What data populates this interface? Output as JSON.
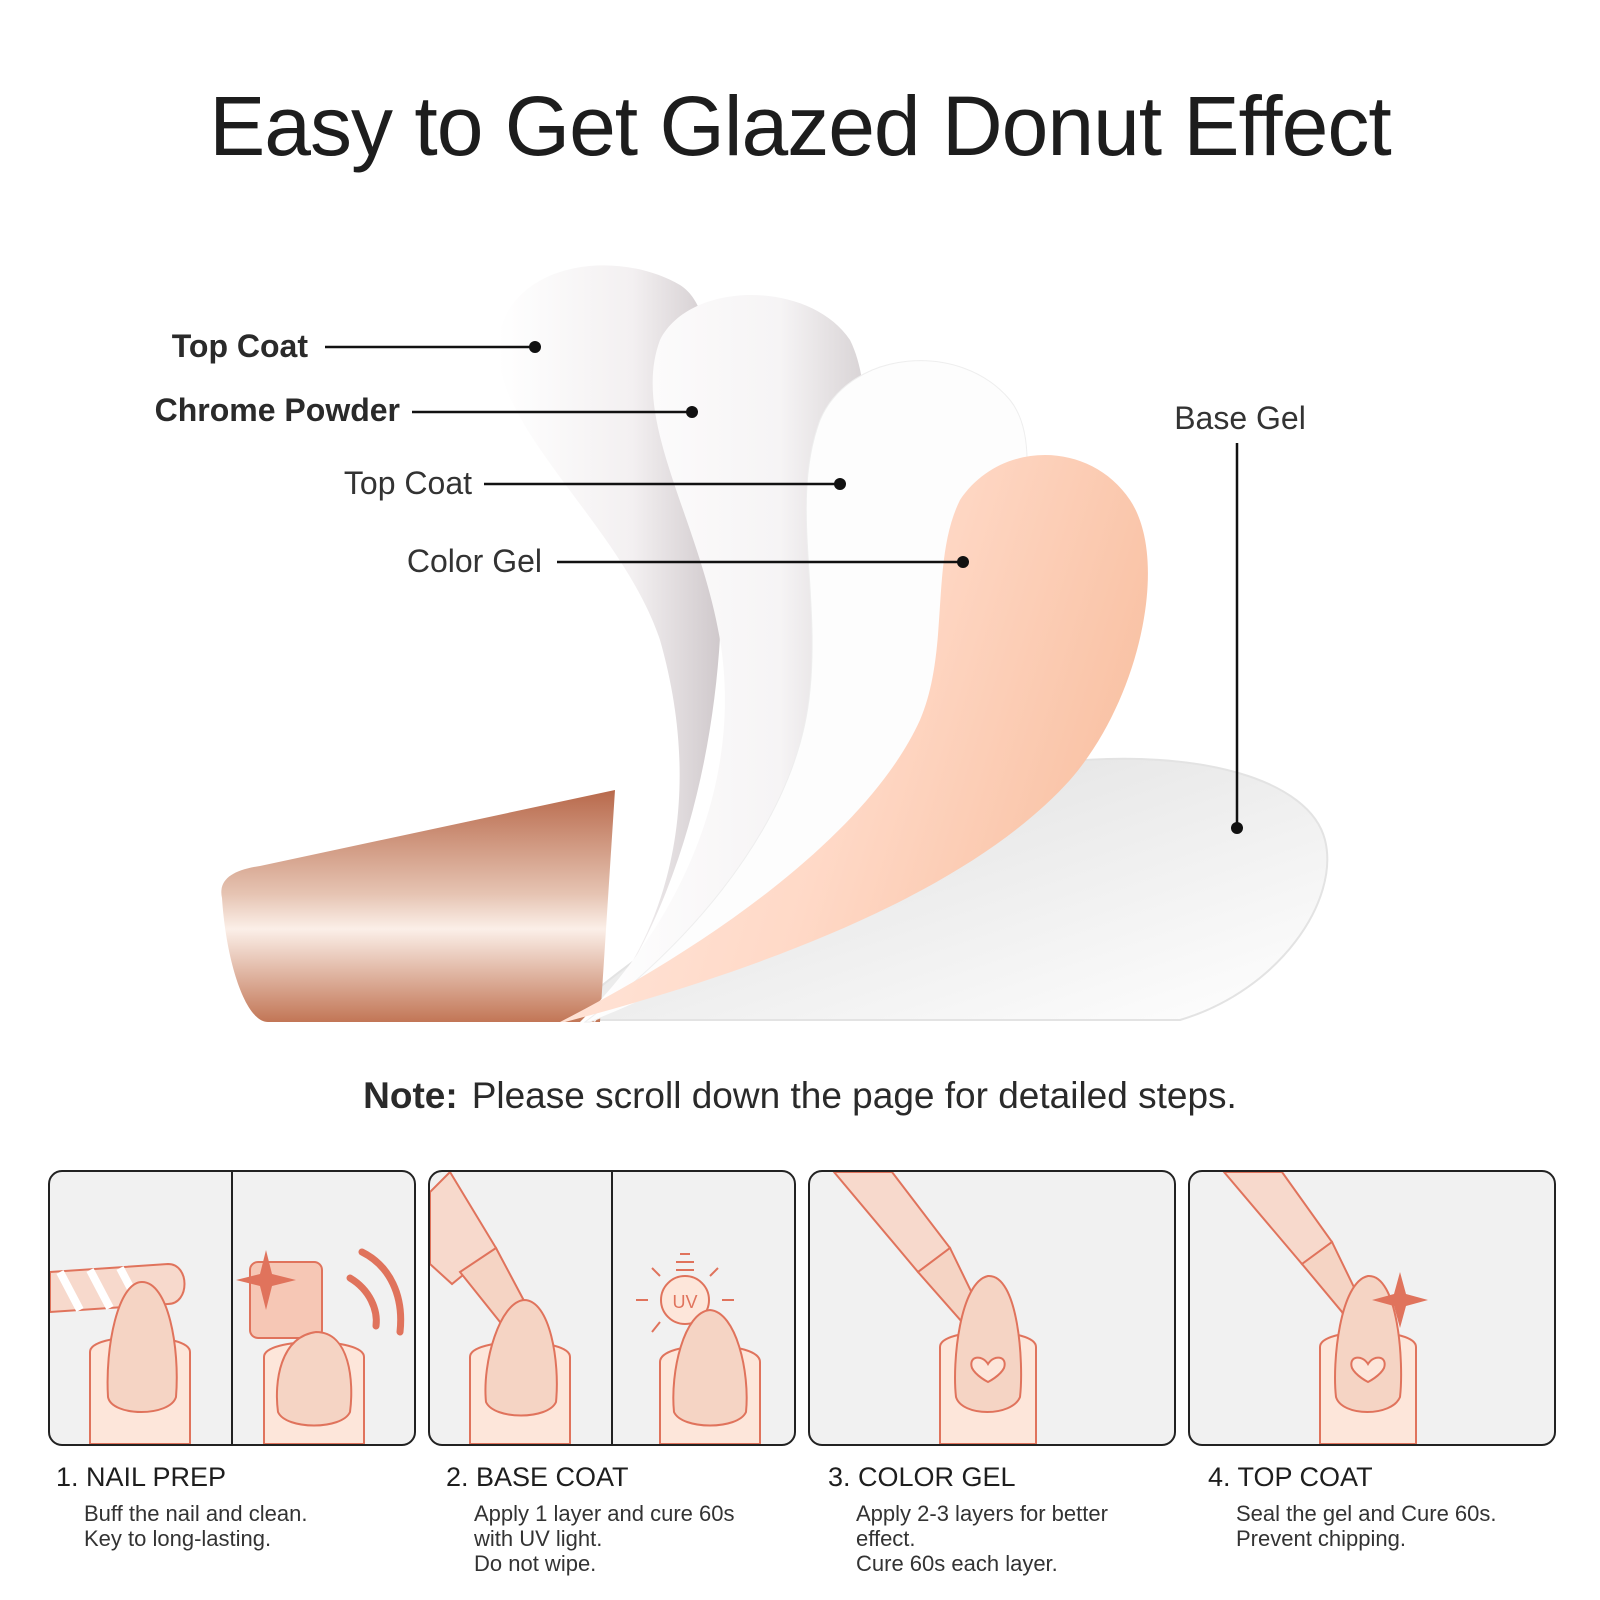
{
  "title": "Easy to Get Glazed Donut Effect",
  "layers": [
    {
      "label": "Top Coat",
      "weight": "bold"
    },
    {
      "label": "Chrome Powder",
      "weight": "bold"
    },
    {
      "label": "Top Coat",
      "weight": "normal"
    },
    {
      "label": "Color Gel",
      "weight": "normal"
    },
    {
      "label": "Base Gel",
      "weight": "normal"
    }
  ],
  "note": {
    "label": "Note:",
    "text": "Please scroll down the page for detailed steps."
  },
  "steps": [
    {
      "title": "1. NAIL PREP",
      "lines": [
        "Buff the nail and clean.",
        "Key to long-lasting."
      ]
    },
    {
      "title": "2. BASE COAT",
      "lines": [
        "Apply 1 layer and cure 60s",
        "with UV light.",
        "Do not wipe."
      ]
    },
    {
      "title": "3. COLOR GEL",
      "lines": [
        "Apply 2-3 layers for better",
        "effect.",
        "Cure 60s each layer."
      ]
    },
    {
      "title": "4. TOP COAT",
      "lines": [
        "Seal the gel and Cure 60s.",
        "Prevent chipping."
      ]
    }
  ],
  "uv_icon_text": "UV",
  "colors": {
    "accent": "#e0735c",
    "nail": "#f7d9cc",
    "chrome": "#c57a5c",
    "peach": "#ffd6c4"
  }
}
